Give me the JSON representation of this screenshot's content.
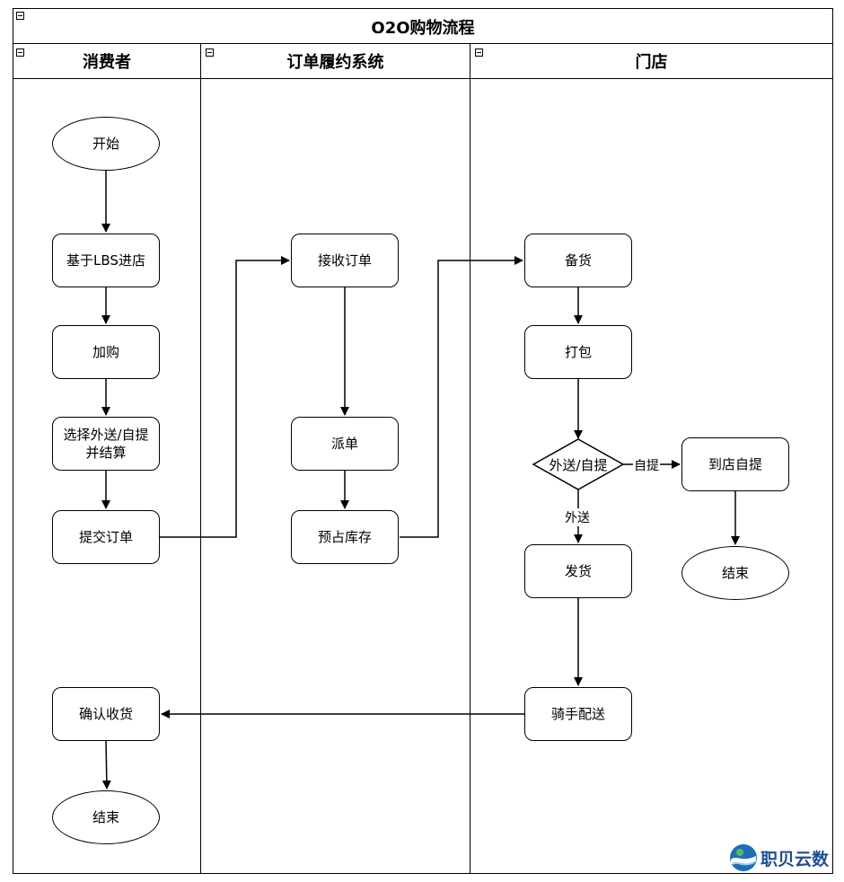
{
  "pool": {
    "title": "O2O购物流程"
  },
  "lanes": [
    {
      "id": "consumer",
      "title": "消费者"
    },
    {
      "id": "system",
      "title": "订单履约系统"
    },
    {
      "id": "store",
      "title": "门店"
    }
  ],
  "nodes": {
    "c_start": "开始",
    "c_lbs": "基于LBS进店",
    "c_cart": "加购",
    "c_choose": "选择外送/自提\n并结算",
    "c_submit": "提交订单",
    "c_confirm": "确认收货",
    "c_end": "结束",
    "s_receive": "接收订单",
    "s_dispatch": "派单",
    "s_reserve": "预占库存",
    "t_prepare": "备货",
    "t_pack": "打包",
    "t_decision": "外送/自提",
    "t_pickup": "到店自提",
    "t_pickup_end": "结束",
    "t_ship": "发货",
    "t_rider": "骑手配送"
  },
  "edge_labels": {
    "self_pickup": "自提",
    "delivery": "外送"
  },
  "logo": {
    "text": "职贝云数"
  },
  "colors": {
    "stroke": "#000000",
    "background": "#ffffff",
    "logo": "#1f4f8f"
  }
}
